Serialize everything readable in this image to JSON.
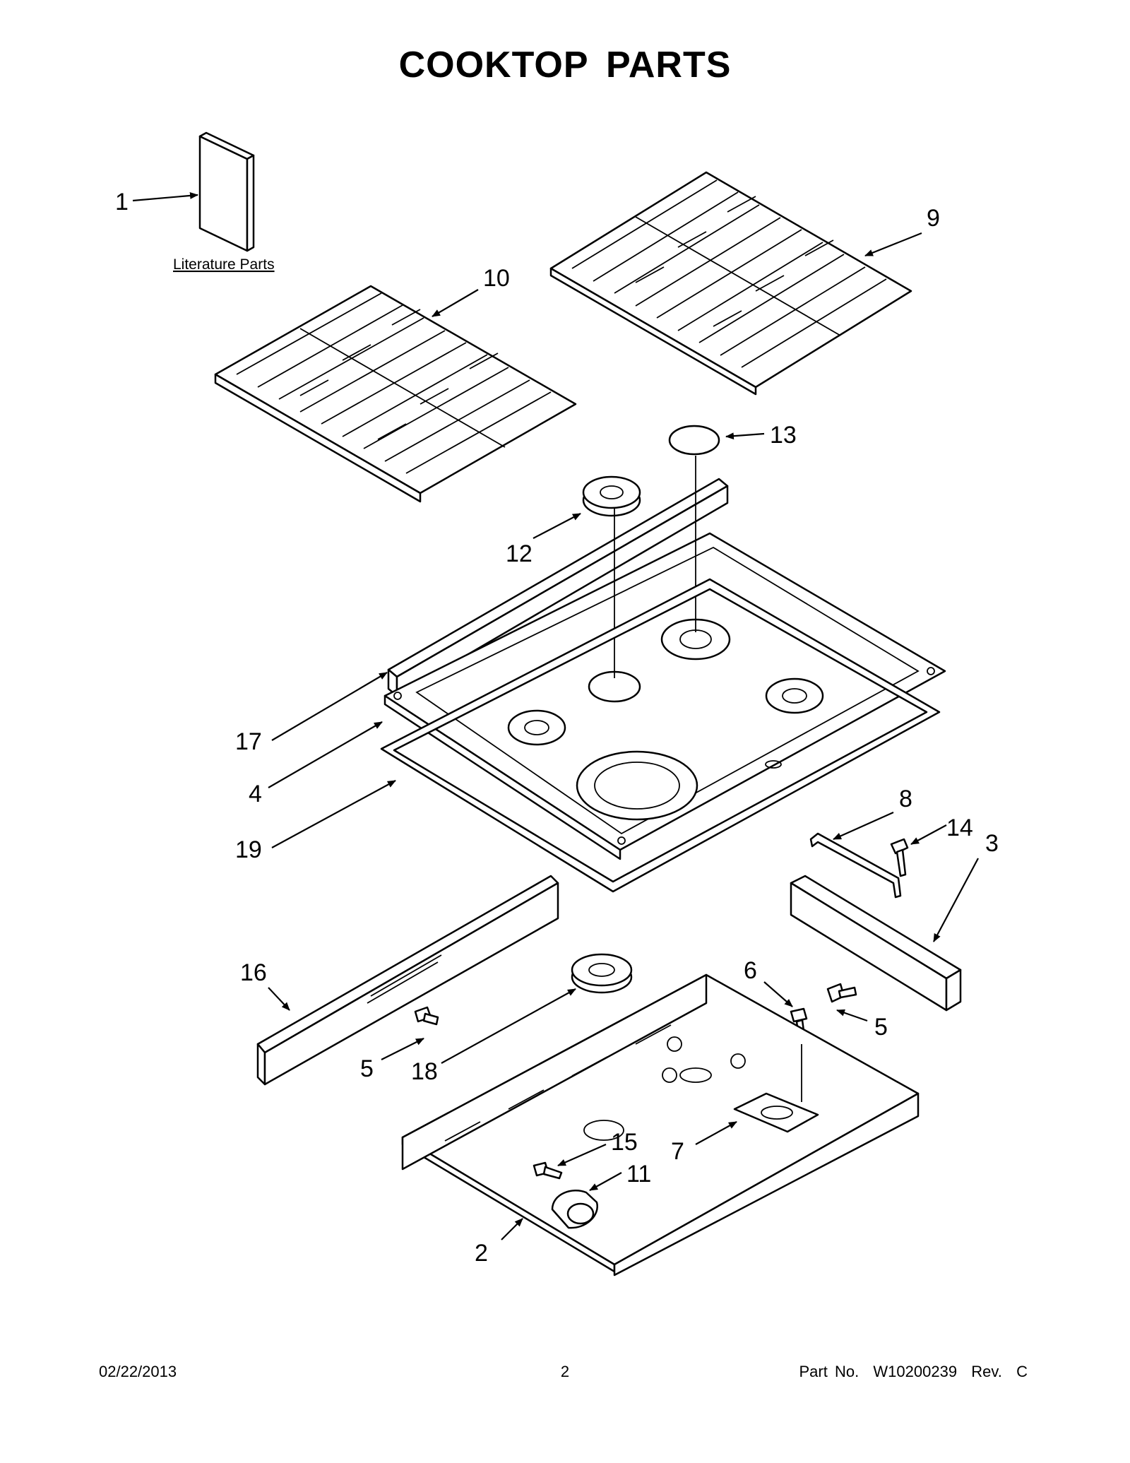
{
  "title": "COOKTOP PARTS",
  "literature_label": "Literature Parts",
  "callouts": {
    "c1": "1",
    "c2": "2",
    "c3": "3",
    "c4": "4",
    "c5a": "5",
    "c5b": "5",
    "c6": "6",
    "c7": "7",
    "c8": "8",
    "c9": "9",
    "c10": "10",
    "c11": "11",
    "c12": "12",
    "c13": "13",
    "c14": "14",
    "c15": "15",
    "c16": "16",
    "c17": "17",
    "c18": "18",
    "c19": "19"
  },
  "footer": {
    "date": "02/22/2013",
    "page": "2",
    "part_no": "Part No.  W10200239  Rev.  C"
  }
}
